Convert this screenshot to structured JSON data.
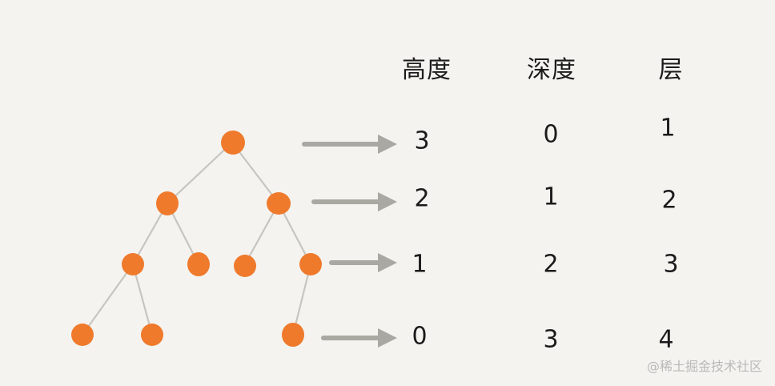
{
  "headers": {
    "height": "高度",
    "depth": "深度",
    "level": "层"
  },
  "rows": [
    {
      "height": "3",
      "depth": "0",
      "level": "1"
    },
    {
      "height": "2",
      "depth": "1",
      "level": "2"
    },
    {
      "height": "1",
      "depth": "2",
      "level": "3"
    },
    {
      "height": "0",
      "depth": "3",
      "level": "4"
    }
  ],
  "colors": {
    "node": "#ef7a2c",
    "edge": "#c7c5bf",
    "arrow": "#a9a8a2",
    "background": "#f4f3ef",
    "text": "#1b1b1b"
  },
  "watermark": "@稀土掘金技术社区"
}
